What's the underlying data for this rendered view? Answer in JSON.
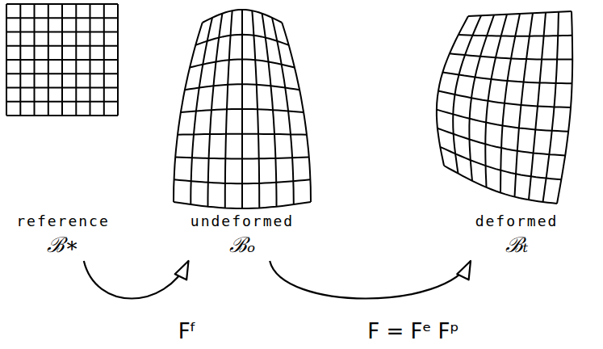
{
  "diagram": {
    "nodes": [
      {
        "text": [
          "reference",
          "ℬ∗"
        ]
      },
      {
        "text": [
          "undeformed",
          "ℬₒ"
        ]
      },
      {
        "text": [
          "deformed",
          "ℬₜ"
        ]
      }
    ],
    "edges": [
      {
        "from": 0,
        "to": 1,
        "arrow": "to",
        "label": "Fᶠ"
      },
      {
        "from": 1,
        "to": 2,
        "arrow": "to",
        "label": "F = Fᵉ Fᵖ"
      }
    ]
  }
}
